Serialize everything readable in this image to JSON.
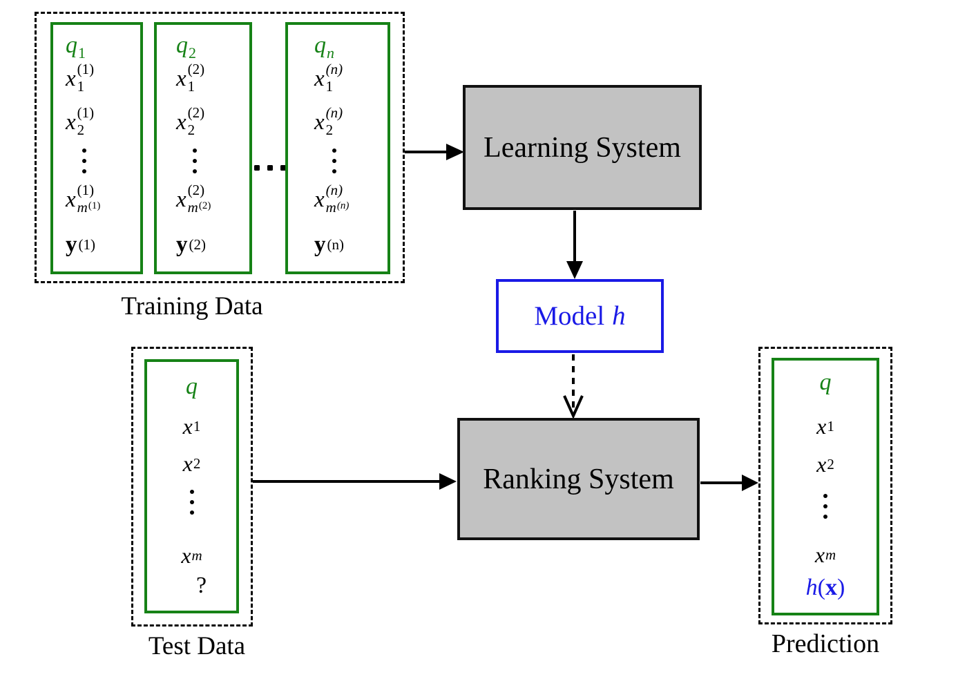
{
  "training": {
    "caption": "Training Data",
    "horizontal_ellipsis": "...",
    "vertical_ellipsis": "⋮",
    "boxes": [
      {
        "header": {
          "base": "q",
          "sub": "1"
        },
        "x1": {
          "base": "x",
          "sup": "(1)",
          "sub": "1"
        },
        "x2": {
          "base": "x",
          "sup": "(1)",
          "sub": "2"
        },
        "xm": {
          "base": "x",
          "sup": "(1)",
          "sub_base": "m",
          "sub_sup": "(1)"
        },
        "y": {
          "base": "y",
          "sup": "(1)"
        }
      },
      {
        "header": {
          "base": "q",
          "sub": "2"
        },
        "x1": {
          "base": "x",
          "sup": "(2)",
          "sub": "1"
        },
        "x2": {
          "base": "x",
          "sup": "(2)",
          "sub": "2"
        },
        "xm": {
          "base": "x",
          "sup": "(2)",
          "sub_base": "m",
          "sub_sup": "(2)"
        },
        "y": {
          "base": "y",
          "sup": "(2)"
        }
      },
      {
        "header": {
          "base": "q",
          "sub": "n"
        },
        "x1": {
          "base": "x",
          "sup": "(n)",
          "sub": "1"
        },
        "x2": {
          "base": "x",
          "sup": "(n)",
          "sub": "2"
        },
        "xm": {
          "base": "x",
          "sup": "(n)",
          "sub_base": "m",
          "sub_sup": "(n)"
        },
        "y": {
          "base": "y",
          "sup": "(n)"
        }
      }
    ]
  },
  "learning_system": {
    "label": "Learning System"
  },
  "model": {
    "word": "Model",
    "symbol": "h"
  },
  "ranking_system": {
    "label": "Ranking System"
  },
  "test": {
    "caption": "Test Data",
    "header": {
      "base": "q"
    },
    "x1": {
      "base": "x",
      "sub": "1"
    },
    "x2": {
      "base": "x",
      "sub": "2"
    },
    "xm": {
      "base": "x",
      "sub": "m"
    },
    "unknown": "?"
  },
  "prediction": {
    "caption": "Prediction",
    "header": {
      "base": "q"
    },
    "x1": {
      "base": "x",
      "sub": "1"
    },
    "x2": {
      "base": "x",
      "sub": "2"
    },
    "xm": {
      "base": "x",
      "sub": "m"
    },
    "result": {
      "func": "h",
      "open": "(",
      "arg": "x",
      "close": ")"
    }
  },
  "colors": {
    "green": "#168216",
    "blue": "#1a1ae6",
    "box_fill": "#c2c2c2",
    "line": "#000000",
    "background": "#ffffff"
  }
}
